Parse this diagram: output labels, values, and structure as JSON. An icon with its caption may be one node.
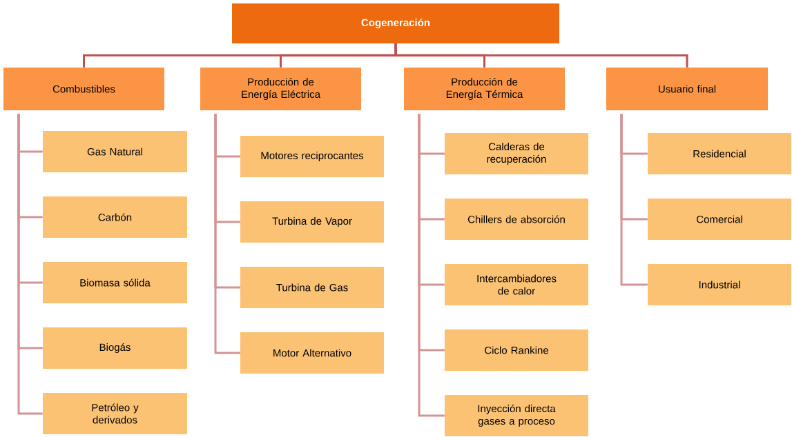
{
  "diagram": {
    "nodes": [
      {
        "text": [
          "Cogeneración"
        ]
      },
      {
        "text": [
          "Combustibles"
        ]
      },
      {
        "text": [
          "Gas Natural"
        ]
      },
      {
        "text": [
          "Carbón"
        ]
      },
      {
        "text": [
          "Biomasa sólida"
        ]
      },
      {
        "text": [
          "Biogás"
        ]
      },
      {
        "text": [
          "Petróleo y derivados"
        ]
      },
      {
        "text": [
          "Producción de Energía Eléctrica"
        ]
      },
      {
        "text": [
          "Motores reciprocantes"
        ]
      },
      {
        "text": [
          "Turbina de Vapor"
        ]
      },
      {
        "text": [
          "Turbina de Gas"
        ]
      },
      {
        "text": [
          "Motor Alternativo"
        ]
      },
      {
        "text": [
          "Producción de Energía Térmica"
        ]
      },
      {
        "text": [
          "Calderas de recuperación"
        ]
      },
      {
        "text": [
          "Chillers de absorción"
        ]
      },
      {
        "text": [
          "Intercambiadores de calor"
        ]
      },
      {
        "text": [
          "Ciclo Rankine"
        ]
      },
      {
        "text": [
          "Inyección directa gases a proceso"
        ]
      },
      {
        "text": [
          "Usuario final"
        ]
      },
      {
        "text": [
          "Residencial"
        ]
      },
      {
        "text": [
          "Comercial"
        ]
      },
      {
        "text": [
          "Industrial"
        ]
      }
    ],
    "edges": [
      {
        "from": 0,
        "to": 1,
        "arrow": "none",
        "color": "#c0504d"
      },
      {
        "from": 0,
        "to": 7,
        "arrow": "none",
        "color": "#c0504d"
      },
      {
        "from": 0,
        "to": 12,
        "arrow": "none",
        "color": "#c0504d"
      },
      {
        "from": 0,
        "to": 18,
        "arrow": "none",
        "color": "#c0504d"
      },
      {
        "from": 1,
        "to": 2,
        "arrow": "none"
      },
      {
        "from": 1,
        "to": 3,
        "arrow": "none"
      },
      {
        "from": 1,
        "to": 4,
        "arrow": "none"
      },
      {
        "from": 1,
        "to": 5,
        "arrow": "none"
      },
      {
        "from": 1,
        "to": 6,
        "arrow": "none"
      },
      {
        "from": 7,
        "to": 8,
        "arrow": "none"
      },
      {
        "from": 7,
        "to": 9,
        "arrow": "none"
      },
      {
        "from": 7,
        "to": 10,
        "arrow": "none"
      },
      {
        "from": 7,
        "to": 11,
        "arrow": "none"
      },
      {
        "from": 12,
        "to": 13,
        "arrow": "none"
      },
      {
        "from": 12,
        "to": 14,
        "arrow": "none"
      },
      {
        "from": 12,
        "to": 15,
        "arrow": "none"
      },
      {
        "from": 12,
        "to": 16,
        "arrow": "none"
      },
      {
        "from": 12,
        "to": 17,
        "arrow": "none"
      },
      {
        "from": 18,
        "to": 19,
        "arrow": "none"
      },
      {
        "from": 18,
        "to": 20,
        "arrow": "none"
      },
      {
        "from": 18,
        "to": 21,
        "arrow": "none"
      }
    ]
  }
}
